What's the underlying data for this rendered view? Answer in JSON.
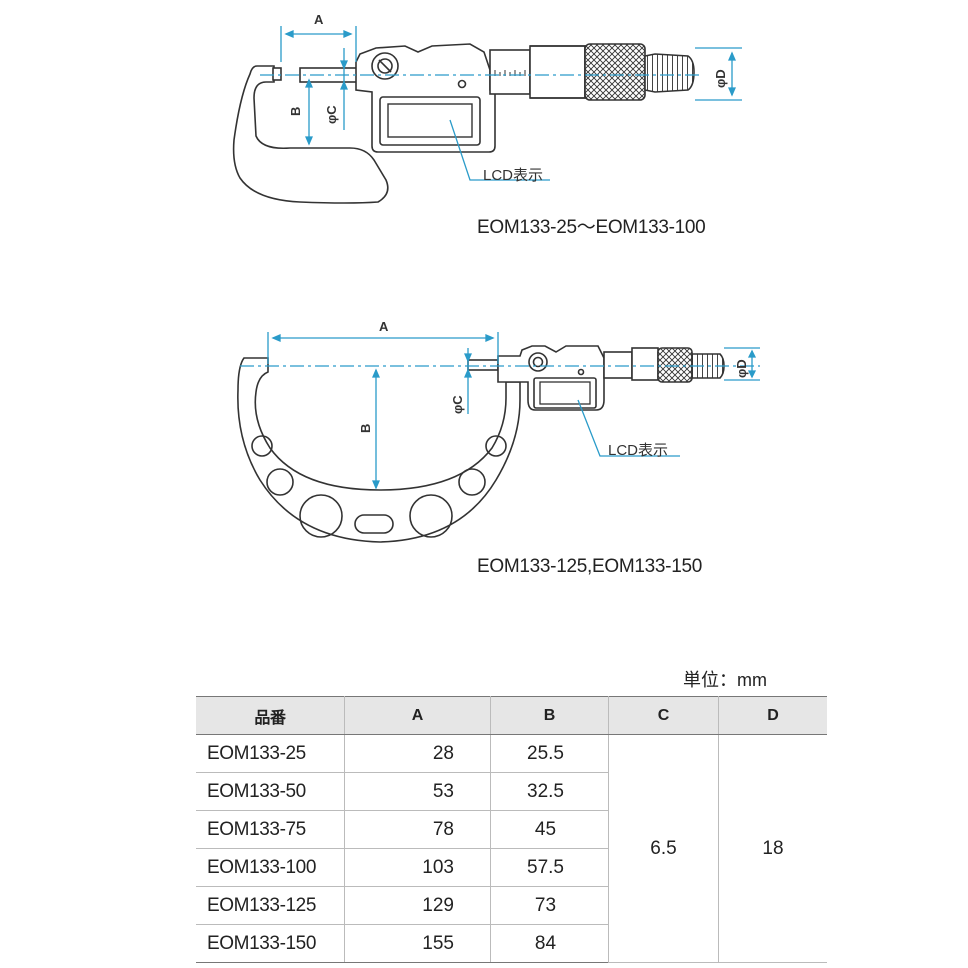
{
  "figure1": {
    "caption": "EOM133-25～EOM133-100",
    "labels": {
      "a": "A",
      "b": "B",
      "c": "φC",
      "d": "φD",
      "lcd": "LCD表示"
    }
  },
  "figure2": {
    "caption": "EOM133-125,EOM133-150",
    "labels": {
      "a": "A",
      "b": "B",
      "c": "φC",
      "d": "φD",
      "lcd": "LCD表示"
    }
  },
  "colors": {
    "dimension": "#2a9bc9",
    "outline": "#333333",
    "header_bg": "#e6e6e6"
  },
  "table": {
    "unit": "単位：mm",
    "headers": [
      "品番",
      "A",
      "B",
      "C",
      "D"
    ],
    "rows": [
      {
        "part": "EOM133-25",
        "a": "28",
        "b": "25.5"
      },
      {
        "part": "EOM133-50",
        "a": "53",
        "b": "32.5"
      },
      {
        "part": "EOM133-75",
        "a": "78",
        "b": "45"
      },
      {
        "part": "EOM133-100",
        "a": "103",
        "b": "57.5"
      },
      {
        "part": "EOM133-125",
        "a": "129",
        "b": "73"
      },
      {
        "part": "EOM133-150",
        "a": "155",
        "b": "84"
      }
    ],
    "c_value": "6.5",
    "d_value": "18"
  }
}
